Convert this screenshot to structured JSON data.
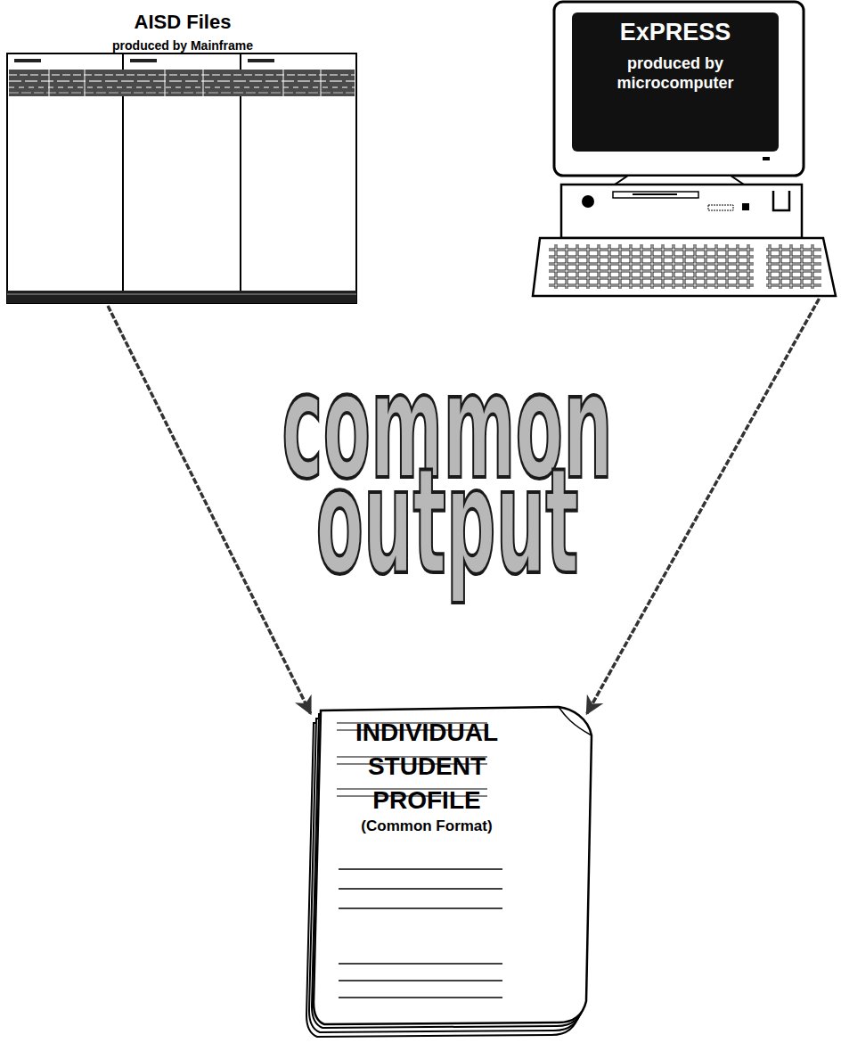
{
  "diagram": {
    "nodes": [
      {
        "text": [
          "AISD Files",
          "produced by Mainframe"
        ]
      },
      {
        "text": [
          "ExPRESS",
          "produced by microcomputer"
        ]
      },
      {
        "text": [
          "INDIVIDUAL STUDENT PROFILE",
          "(Common Format)"
        ]
      }
    ],
    "edges": [
      {
        "from": 0,
        "to": 2,
        "arrow": "to"
      },
      {
        "from": 1,
        "to": 2,
        "arrow": "to"
      }
    ],
    "labels": [
      "common output"
    ]
  }
}
